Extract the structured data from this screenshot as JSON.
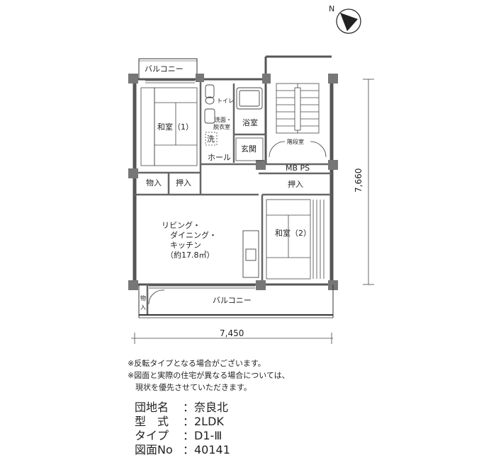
{
  "compass": {
    "label": "N",
    "icon": "north-arrow-icon"
  },
  "rooms": {
    "balcony_top": "バルコニー",
    "washitsu_1": "和室（1）",
    "toilet": "トイレ",
    "senmen_line1": "洗面・",
    "senmen_line2": "脱衣室",
    "sentaku": "洗",
    "yokushitsu": "浴室",
    "genkan": "玄関",
    "kaidanshitsu": "階段室",
    "hall": "ホール",
    "mbps": "MB PS",
    "monoire_1": "物入",
    "oshiire_1": "押入",
    "oshiire_2": "押入",
    "ldk_line1": "リビング・",
    "ldk_line2": "ダイニング・",
    "ldk_line3": "キッチン",
    "ldk_area": "（約17.8㎡）",
    "washitsu_2": "和室（2）",
    "monoire_2_line1": "物",
    "monoire_2_line2": "入",
    "balcony_bottom": "バルコニー"
  },
  "dimensions": {
    "width": "7,450",
    "depth": "7,660"
  },
  "notes": [
    "※反転タイプとなる場合がございます。",
    "※図面と実際の住宅が異なる場合については、",
    "　現状を優先させていただきます。"
  ],
  "info": [
    {
      "key": "団地名",
      "value": "：奈良北"
    },
    {
      "key": "型　式",
      "value": "：2LDK"
    },
    {
      "key": "タイプ",
      "value": "：D1-Ⅲ"
    },
    {
      "key": "図面No",
      "value": "：40141"
    }
  ]
}
